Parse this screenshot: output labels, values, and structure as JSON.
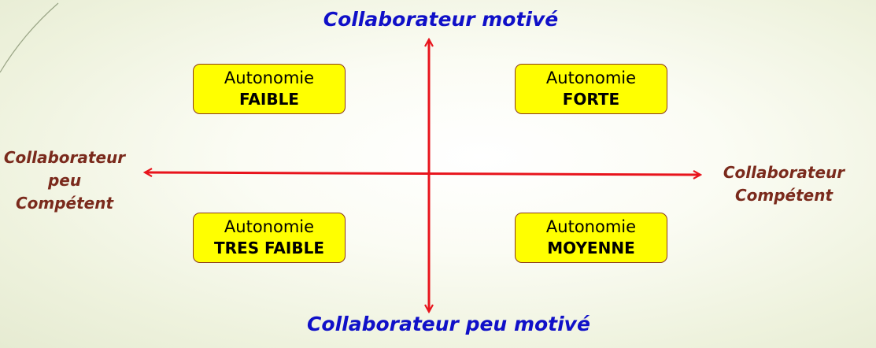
{
  "axes": {
    "top": "Collaborateur motivé",
    "bottom": "Collaborateur peu motivé",
    "left": [
      "Collaborateur",
      "peu",
      "Compétent"
    ],
    "right": [
      "Collaborateur",
      "Compétent"
    ]
  },
  "quadrants": {
    "top_left": {
      "line1": "Autonomie",
      "line2": "FAIBLE"
    },
    "top_right": {
      "line1": "Autonomie",
      "line2": "FORTE"
    },
    "bottom_left": {
      "line1": "Autonomie",
      "line2": "TRES FAIBLE"
    },
    "bottom_right": {
      "line1": "Autonomie",
      "line2": "MOYENNE"
    }
  },
  "colors": {
    "arrow": "#e8141c",
    "box_fill": "#ffff00",
    "box_border": "#8b3a1e",
    "vertical_axis_text": "#1010c8",
    "horizontal_axis_text": "#7a2a1c"
  }
}
